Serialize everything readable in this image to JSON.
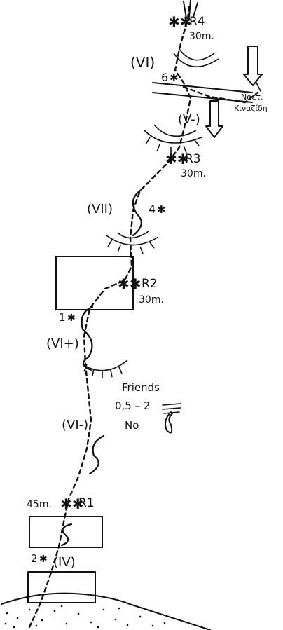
{
  "belays": [
    {
      "label": "R1",
      "length": "45m."
    },
    {
      "label": "R2",
      "length": "30m."
    },
    {
      "label": "R3",
      "length": "30m."
    },
    {
      "label": "R4",
      "length": "30m."
    }
  ],
  "grades": [
    "(IV)",
    "(VI-)",
    "(VI+)",
    "(VII)",
    "(V-)",
    "(VI)"
  ],
  "pitch_numbers": [
    "1",
    "2",
    "4",
    "6"
  ],
  "gear": {
    "line1": "Friends",
    "line2": "0,5 – 2",
    "line3": "No"
  },
  "descent": {
    "line1": "Nαετ.",
    "line2": "Κιναζίδη"
  },
  "colors": {
    "ink": "#111111",
    "paper": "#ffffff"
  }
}
